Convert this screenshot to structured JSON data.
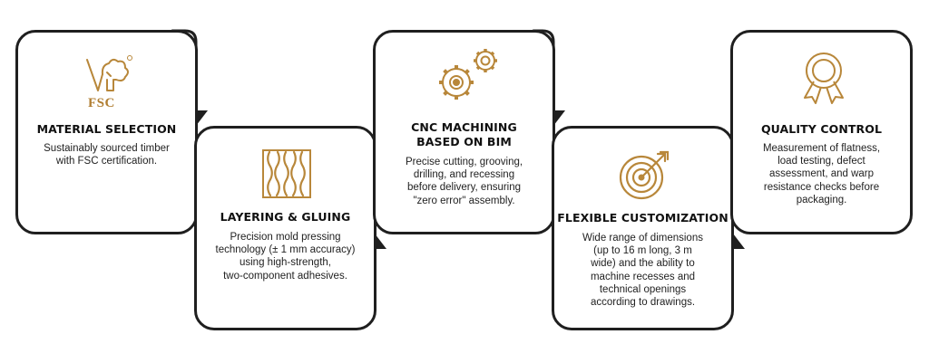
{
  "colors": {
    "accent_gold": "#b8873a",
    "line": "#1f1f1f"
  },
  "steps": [
    {
      "icon": "fsc-logo-icon",
      "logo_text": "FSC",
      "title": "MATERIAL SELECTION",
      "description": "Sustainably sourced timber\nwith FSC certification."
    },
    {
      "icon": "wood-grain-layers-icon",
      "title": "LAYERING & GLUING",
      "description": "Precision mold pressing\ntechnology (± 1 mm accuracy)\nusing high-strength,\ntwo-component adhesives."
    },
    {
      "icon": "gears-icon",
      "title": "CNC MACHINING\nBASED ON BIM",
      "description": "Precise cutting, grooving,\ndrilling, and recessing\nbefore delivery, ensuring\n\"zero error\" assembly."
    },
    {
      "icon": "target-arrow-icon",
      "title": "FLEXIBLE CUSTOMIZATION",
      "description": "Wide range of dimensions\n(up to 16 m long, 3 m\nwide) and the ability to\nmachine recesses and\ntechnical openings\naccording to drawings."
    },
    {
      "icon": "award-badge-icon",
      "title": "QUALITY CONTROL",
      "description": "Measurement of flatness,\nload testing, defect\nassessment, and warp\nresistance checks before\npackaging."
    }
  ]
}
